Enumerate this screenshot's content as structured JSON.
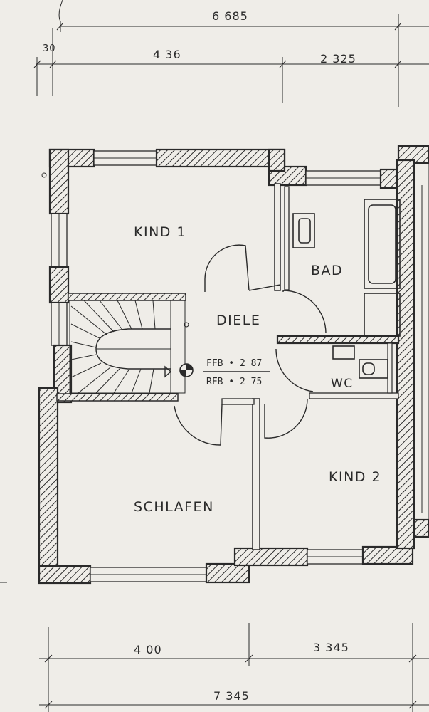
{
  "rooms": {
    "kind1": "KIND 1",
    "bad": "BAD",
    "diele": "DIELE",
    "wc": "WC",
    "kind2": "KIND 2",
    "schlafen": "SCHLAFEN"
  },
  "levels": {
    "ffb": "FFB • 2 87",
    "rfb": "RFB • 2 75"
  },
  "dimensions": {
    "top_total": "6 685",
    "top_small": "30",
    "top_left": "4 36",
    "top_right": "2 325",
    "bottom_left": "4 00",
    "bottom_right": "3 345",
    "bottom_total": "7 345"
  }
}
